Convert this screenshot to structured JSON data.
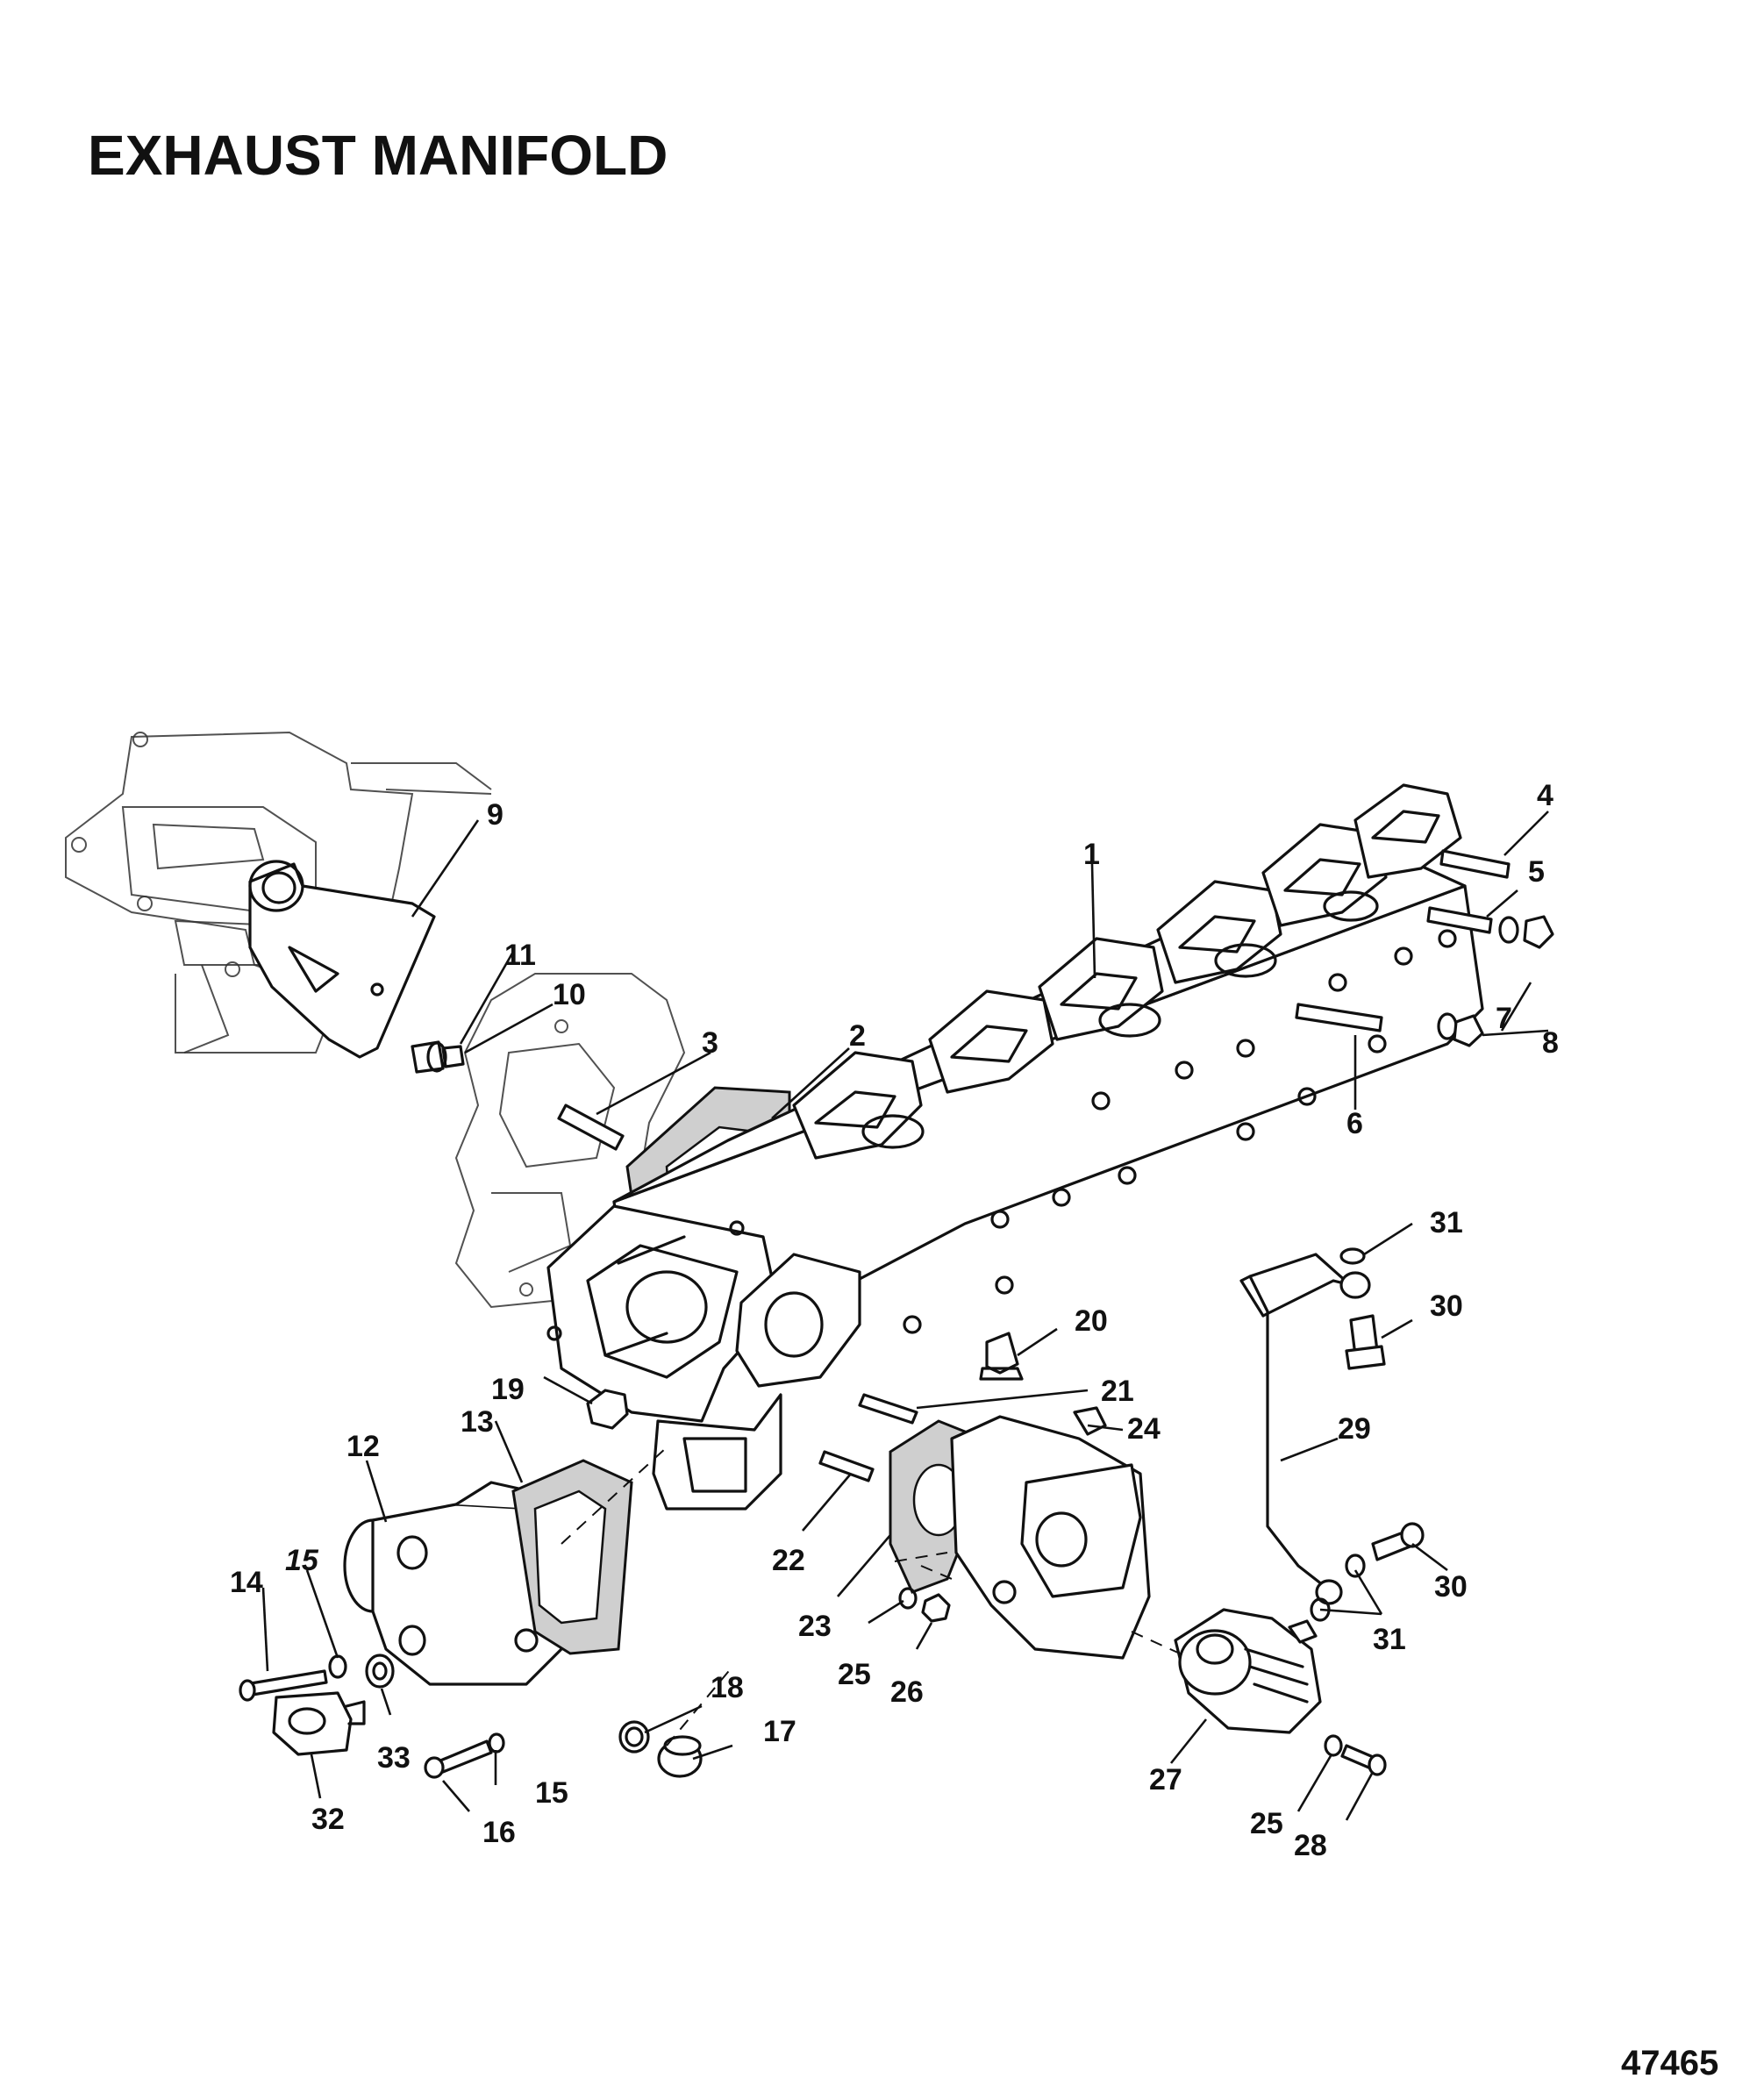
{
  "title": "EXHAUST MANIFOLD",
  "figure_number": "47465",
  "callouts": {
    "c1": "1",
    "c2": "2",
    "c3": "3",
    "c4": "4",
    "c5": "5",
    "c6": "6",
    "c7": "7",
    "c8": "8",
    "c9": "9",
    "c10": "10",
    "c11": "11",
    "c12": "12",
    "c13": "13",
    "c14": "14",
    "c15a": "15",
    "c15b": "15",
    "c16": "16",
    "c17": "17",
    "c18": "18",
    "c19": "19",
    "c20": "20",
    "c21": "21",
    "c22": "22",
    "c23": "23",
    "c24": "24",
    "c25a": "25",
    "c25b": "25",
    "c26": "26",
    "c27": "27",
    "c28": "28",
    "c29": "29",
    "c30a": "30",
    "c30b": "30",
    "c31a": "31",
    "c31b": "31",
    "c32": "32",
    "c33": "33"
  }
}
